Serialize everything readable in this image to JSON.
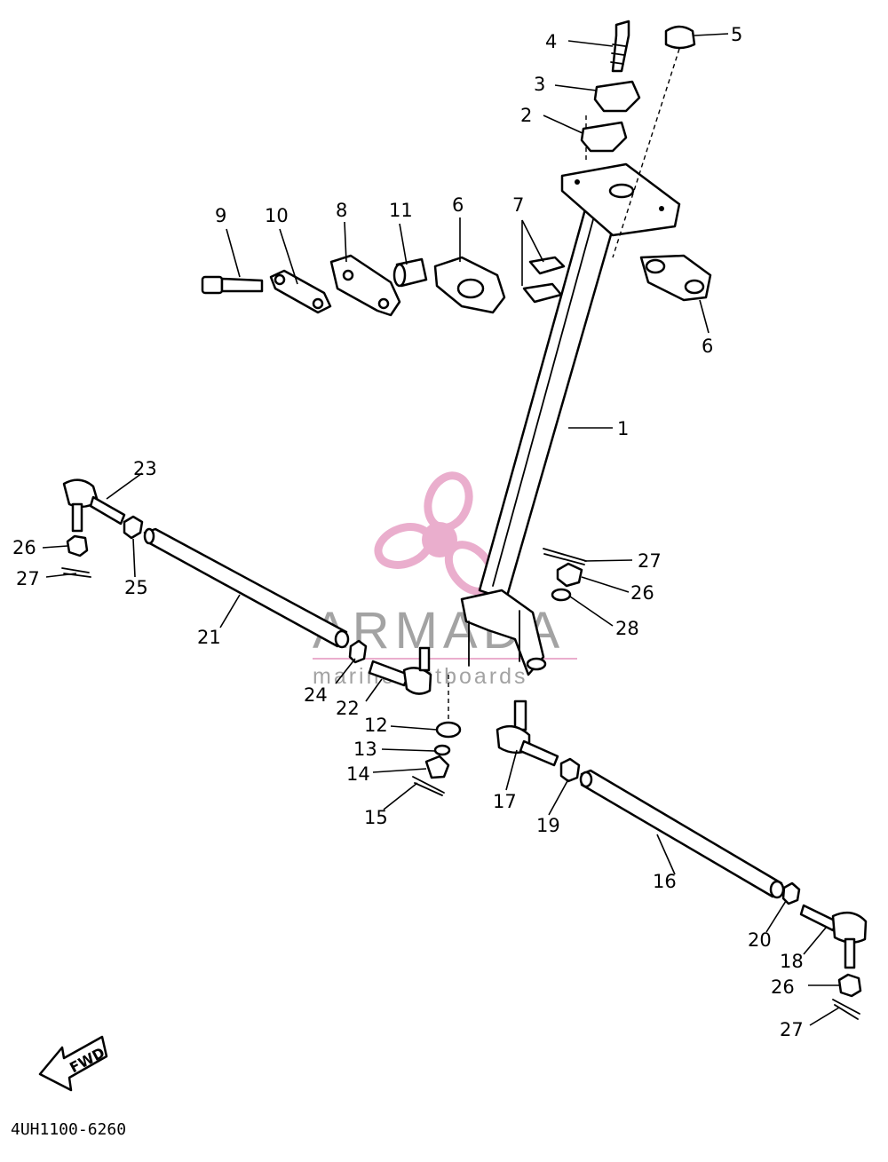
{
  "diagram": {
    "drawing_code": "4UH1100-6260",
    "direction_marker": "FWD",
    "watermark": {
      "brand": "ARMADA",
      "tagline": "marine outboards",
      "brand_color": "#9a9a9a",
      "logo_color": "#e8a6c8"
    },
    "callouts": [
      "1",
      "2",
      "3",
      "4",
      "5",
      "6",
      "6",
      "7",
      "8",
      "9",
      "10",
      "11",
      "12",
      "13",
      "14",
      "15",
      "16",
      "17",
      "18",
      "19",
      "20",
      "21",
      "22",
      "23",
      "24",
      "25",
      "26",
      "26",
      "26",
      "27",
      "27",
      "27",
      "28"
    ]
  }
}
